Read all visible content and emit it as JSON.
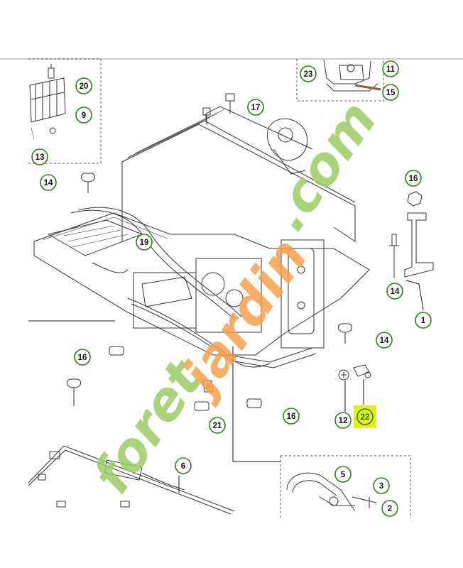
{
  "colors": {
    "callout_ring": "#2f7d1f",
    "highlight": "#e3ef1c",
    "watermark_green": "#9ccc65",
    "watermark_orange": "#f6a04d",
    "drawing_line": "#333333"
  },
  "watermark": {
    "line1": "foret",
    "line2": "jardin",
    "line3": ".com"
  },
  "callouts": [
    {
      "id": "c11",
      "label": "11"
    },
    {
      "id": "c15",
      "label": "15"
    },
    {
      "id": "c23",
      "label": "23"
    },
    {
      "id": "c20",
      "label": "20"
    },
    {
      "id": "c9",
      "label": "9"
    },
    {
      "id": "c13",
      "label": "13"
    },
    {
      "id": "c17",
      "label": "17"
    },
    {
      "id": "c14a",
      "label": "14"
    },
    {
      "id": "c16a",
      "label": "16"
    },
    {
      "id": "c19",
      "label": "19"
    },
    {
      "id": "c14b",
      "label": "14"
    },
    {
      "id": "c1",
      "label": "1"
    },
    {
      "id": "c14c",
      "label": "14"
    },
    {
      "id": "c16b",
      "label": "16"
    },
    {
      "id": "c21",
      "label": "21"
    },
    {
      "id": "c16c",
      "label": "16"
    },
    {
      "id": "c12",
      "label": "12"
    },
    {
      "id": "c22",
      "label": "22",
      "highlighted": true
    },
    {
      "id": "c6",
      "label": "6"
    },
    {
      "id": "c5",
      "label": "5"
    },
    {
      "id": "c3",
      "label": "3"
    },
    {
      "id": "c2",
      "label": "2"
    }
  ]
}
